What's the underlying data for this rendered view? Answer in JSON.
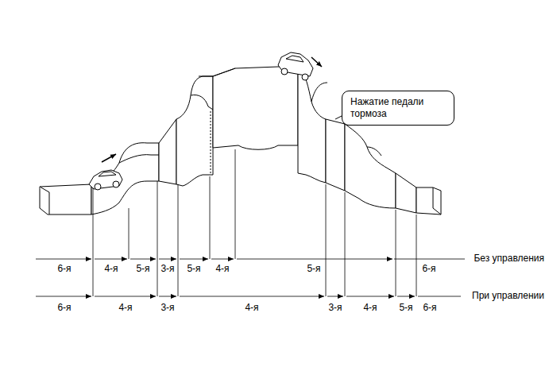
{
  "diagram": {
    "nodes": [
      {
        "text": [
          "Нажатие педали тормоза"
        ]
      }
    ],
    "labels": [
      "6-я",
      "4-я",
      "5-я",
      "3-я",
      "5-я",
      "4-я",
      "5-я",
      "6-я",
      "Без управления",
      "6-я",
      "4-я",
      "3-я",
      "4-я",
      "3-я",
      "4-я",
      "5-я",
      "6-я",
      "При управлении"
    ]
  }
}
